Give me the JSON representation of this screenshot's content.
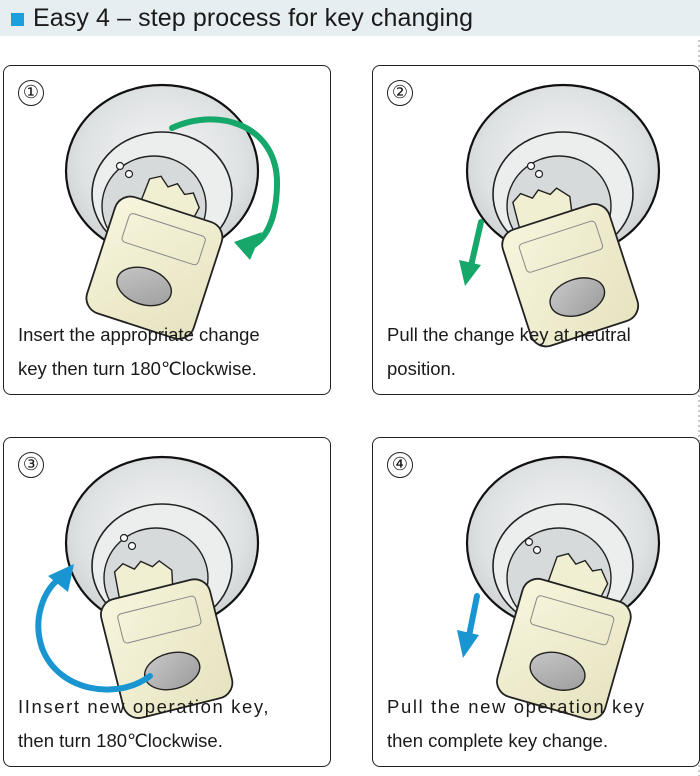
{
  "header": {
    "title": "Easy 4  – step process for key changing",
    "bullet_color": "#1aa0dc",
    "background": "#e6eef1"
  },
  "steps": [
    {
      "number": "①",
      "caption_line1": "Insert the appropriate change",
      "caption_line2": "key then turn 180℃lockwise.",
      "arrow": "green curved arrow clockwise",
      "arrow_color": "#16a86a"
    },
    {
      "number": "②",
      "caption_line1": "Pull the change key at neutral",
      "caption_line2": "position.",
      "arrow": "green straight arrow down",
      "arrow_color": "#16a86a"
    },
    {
      "number": "③",
      "caption_line1": "IInsert new operation key,",
      "caption_line2": "then turn 180℃lockwise.",
      "arrow": "blue curved arrow",
      "arrow_color": "#1996d2"
    },
    {
      "number": "④",
      "caption_line1": "Pull the new operation key",
      "caption_line2": "then complete key change.",
      "arrow": "blue straight arrow down",
      "arrow_color": "#1996d2"
    }
  ]
}
